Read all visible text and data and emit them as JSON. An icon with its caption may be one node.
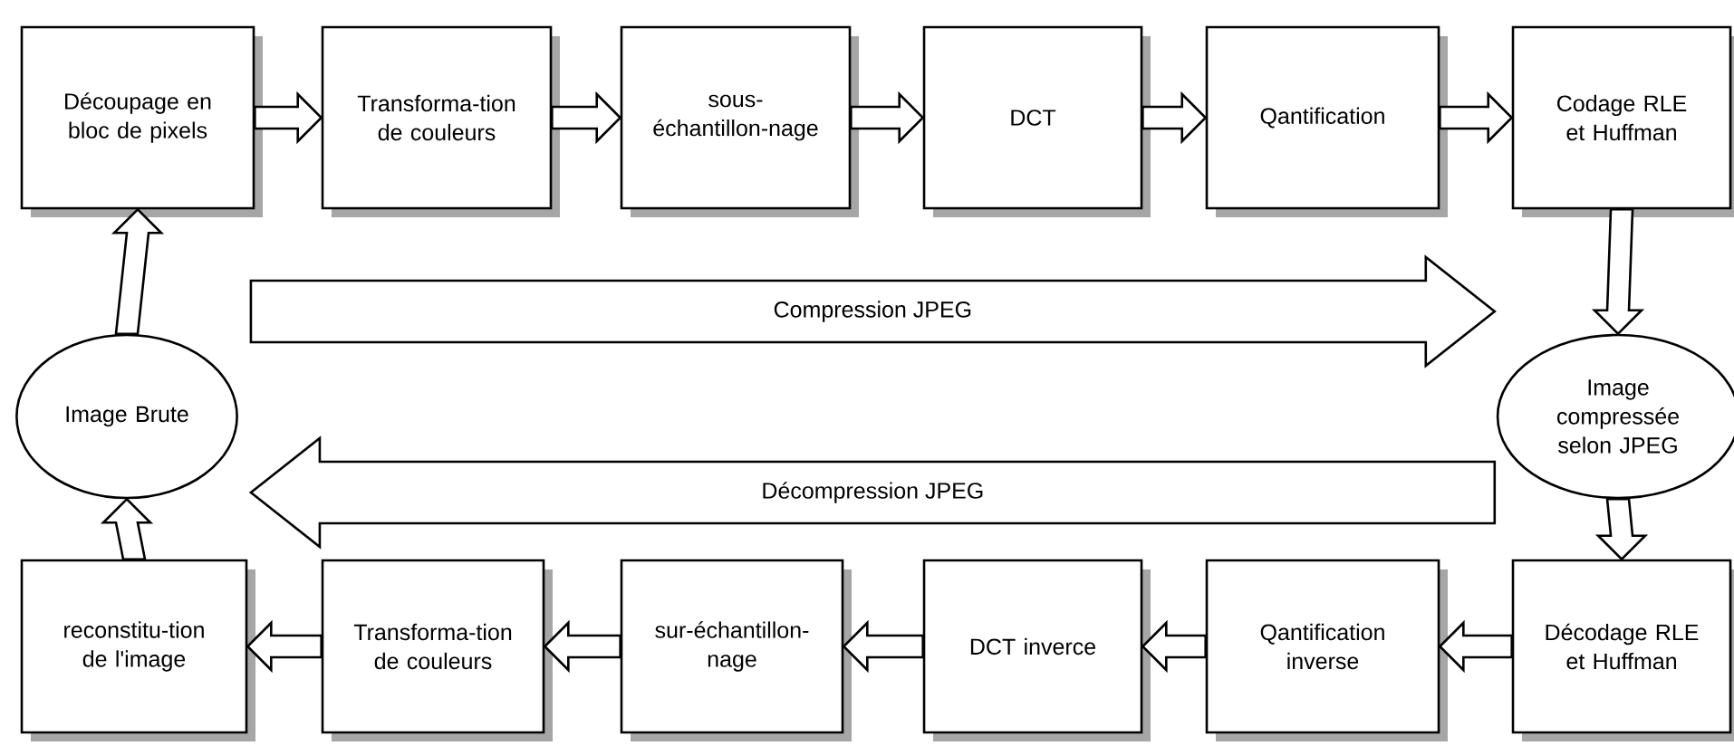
{
  "diagram": {
    "nodes": [
      {
        "text": [
          "Découpage en bloc de pixels"
        ]
      },
      {
        "text": [
          "Transforma-tion de couleurs"
        ]
      },
      {
        "text": [
          "sous-échantillon-nage"
        ]
      },
      {
        "text": [
          "DCT"
        ]
      },
      {
        "text": [
          "Qantification"
        ]
      },
      {
        "text": [
          "Codage RLE et Huffman"
        ]
      },
      {
        "text": [
          "Image Brute"
        ]
      },
      {
        "text": [
          "Image compressée selon JPEG"
        ]
      },
      {
        "text": [
          "reconstitu-tion de l'image"
        ]
      },
      {
        "text": [
          "Transforma-tion de couleurs"
        ]
      },
      {
        "text": [
          "sur-échantillon-nage"
        ]
      },
      {
        "text": [
          "DCT inverce"
        ]
      },
      {
        "text": [
          "Qantification inverse"
        ]
      },
      {
        "text": [
          "Décodage RLE et Huffman"
        ]
      }
    ],
    "edges": [
      {
        "from": 6,
        "to": 0,
        "arrow": "to"
      },
      {
        "from": 0,
        "to": 1,
        "arrow": "to"
      },
      {
        "from": 1,
        "to": 2,
        "arrow": "to"
      },
      {
        "from": 2,
        "to": 3,
        "arrow": "to"
      },
      {
        "from": 3,
        "to": 4,
        "arrow": "to"
      },
      {
        "from": 4,
        "to": 5,
        "arrow": "to"
      },
      {
        "from": 5,
        "to": 7,
        "arrow": "to"
      },
      {
        "from": 6,
        "to": 7,
        "arrow": "to",
        "label": "Compression JPEG"
      },
      {
        "from": 7,
        "to": 6,
        "arrow": "to",
        "label": "Décompression JPEG"
      },
      {
        "from": 7,
        "to": 13,
        "arrow": "to"
      },
      {
        "from": 13,
        "to": 12,
        "arrow": "to"
      },
      {
        "from": 12,
        "to": 11,
        "arrow": "to"
      },
      {
        "from": 11,
        "to": 10,
        "arrow": "to"
      },
      {
        "from": 10,
        "to": 9,
        "arrow": "to"
      },
      {
        "from": 9,
        "to": 8,
        "arrow": "to"
      },
      {
        "from": 8,
        "to": 6,
        "arrow": "to"
      }
    ]
  }
}
